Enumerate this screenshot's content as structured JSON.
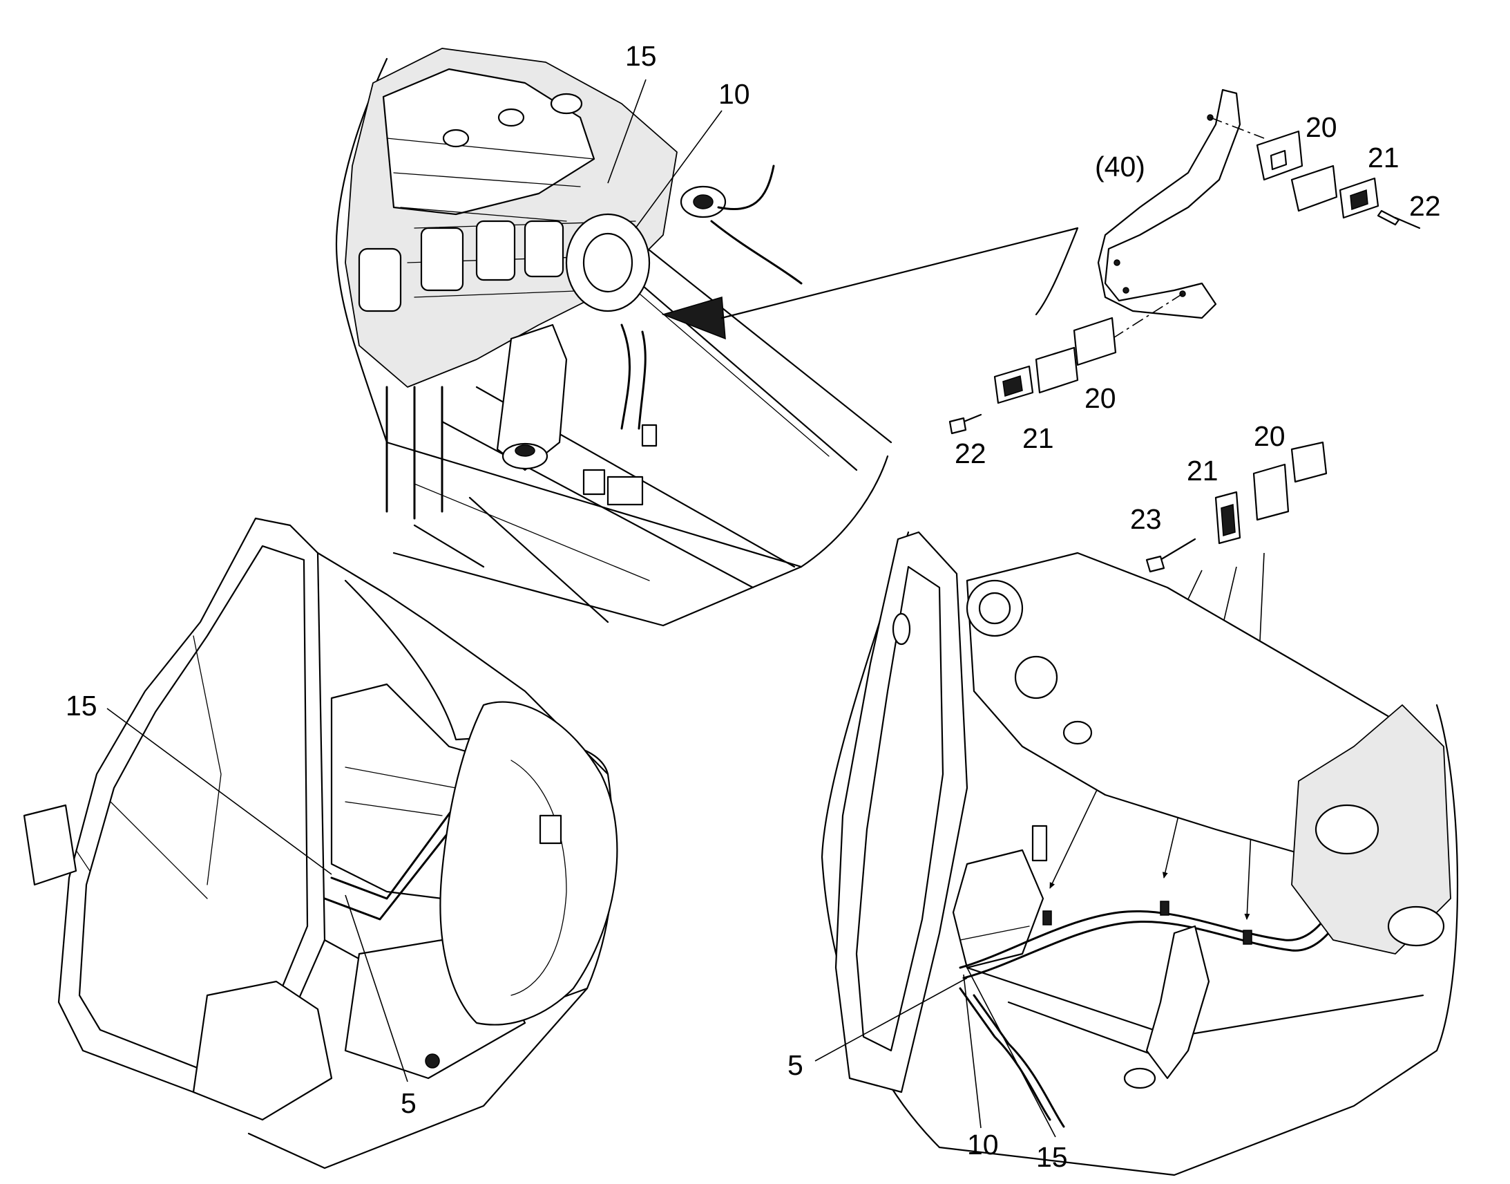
{
  "diagram": {
    "callouts": {
      "top_15": "15",
      "top_10": "10",
      "bracket_40": "(40)",
      "upper_20": "20",
      "upper_21": "21",
      "upper_22": "22",
      "lower_20": "20",
      "lower_21": "21",
      "lower_22": "22",
      "right_20": "20",
      "right_21": "21",
      "right_23": "23",
      "left_15": "15",
      "left_5": "5",
      "right_5": "5",
      "right_10": "10",
      "right_15": "15"
    }
  }
}
